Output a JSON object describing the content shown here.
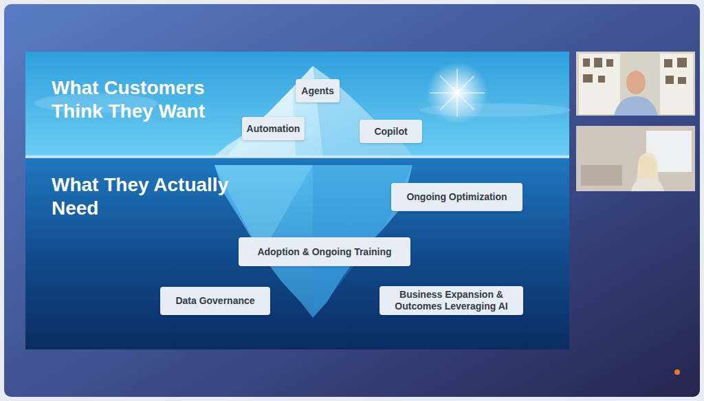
{
  "diagram": {
    "nodes": [
      {
        "text": [
          "What Customers Think They Want"
        ]
      },
      {
        "text": [
          "Agents"
        ],
        "in": 0
      },
      {
        "text": [
          "Automation"
        ],
        "in": 0
      },
      {
        "text": [
          "Copilot"
        ],
        "in": 0
      },
      {
        "text": [
          "What They Actually Need"
        ]
      },
      {
        "text": [
          "Ongoing Optimization"
        ],
        "in": 4
      },
      {
        "text": [
          "Adoption & Ongoing Training"
        ],
        "in": 4
      },
      {
        "text": [
          "Data Governance"
        ],
        "in": 4
      },
      {
        "text": [
          "Business Expansion & Outcomes Leveraging AI"
        ],
        "in": 4
      }
    ]
  }
}
